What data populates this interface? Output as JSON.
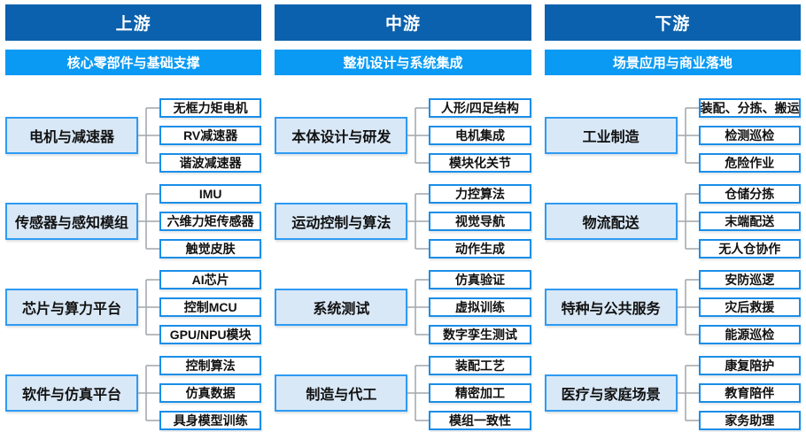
{
  "colors": {
    "header_bg": "#0b61ad",
    "subheader_bg": "#0a9af3",
    "category_fill": "#d9e8f7",
    "category_border": "#2e9bf3",
    "item_border": "#1a8ee8",
    "connector_gray": "#a6abb0",
    "text_dark": "#111111",
    "text_light": "#ffffff"
  },
  "columns": [
    {
      "header": "上游",
      "subheader": "核心零部件与基础支撑",
      "groups": [
        {
          "category": "电机与减速器",
          "items": [
            "无框力矩电机",
            "RV减速器",
            "谐波减速器"
          ]
        },
        {
          "category": "传感器与感知模组",
          "items": [
            "IMU",
            "六维力矩传感器",
            "触觉皮肤"
          ]
        },
        {
          "category": "芯片与算力平台",
          "items": [
            "AI芯片",
            "控制MCU",
            "GPU/NPU模块"
          ]
        },
        {
          "category": "软件与仿真平台",
          "items": [
            "控制算法",
            "仿真数据",
            "具身模型训练"
          ]
        }
      ]
    },
    {
      "header": "中游",
      "subheader": "整机设计与系统集成",
      "groups": [
        {
          "category": "本体设计与研发",
          "items": [
            "人形/四足结构",
            "电机集成",
            "模块化关节"
          ]
        },
        {
          "category": "运动控制与算法",
          "items": [
            "力控算法",
            "视觉导航",
            "动作生成"
          ]
        },
        {
          "category": "系统测试",
          "items": [
            "仿真验证",
            "虚拟训练",
            "数字孪生测试"
          ]
        },
        {
          "category": "制造与代工",
          "items": [
            "装配工艺",
            "精密加工",
            "模组一致性"
          ]
        }
      ]
    },
    {
      "header": "下游",
      "subheader": "场景应用与商业落地",
      "groups": [
        {
          "category": "工业制造",
          "items": [
            "装配、分拣、搬运",
            "检测巡检",
            "危险作业"
          ]
        },
        {
          "category": "物流配送",
          "items": [
            "仓储分拣",
            "末端配送",
            "无人仓协作"
          ]
        },
        {
          "category": "特种与公共服务",
          "items": [
            "安防巡逻",
            "灾后救援",
            "能源巡检"
          ]
        },
        {
          "category": "医疗与家庭场景",
          "items": [
            "康复陪护",
            "教育陪伴",
            "家务助理"
          ]
        }
      ]
    }
  ]
}
